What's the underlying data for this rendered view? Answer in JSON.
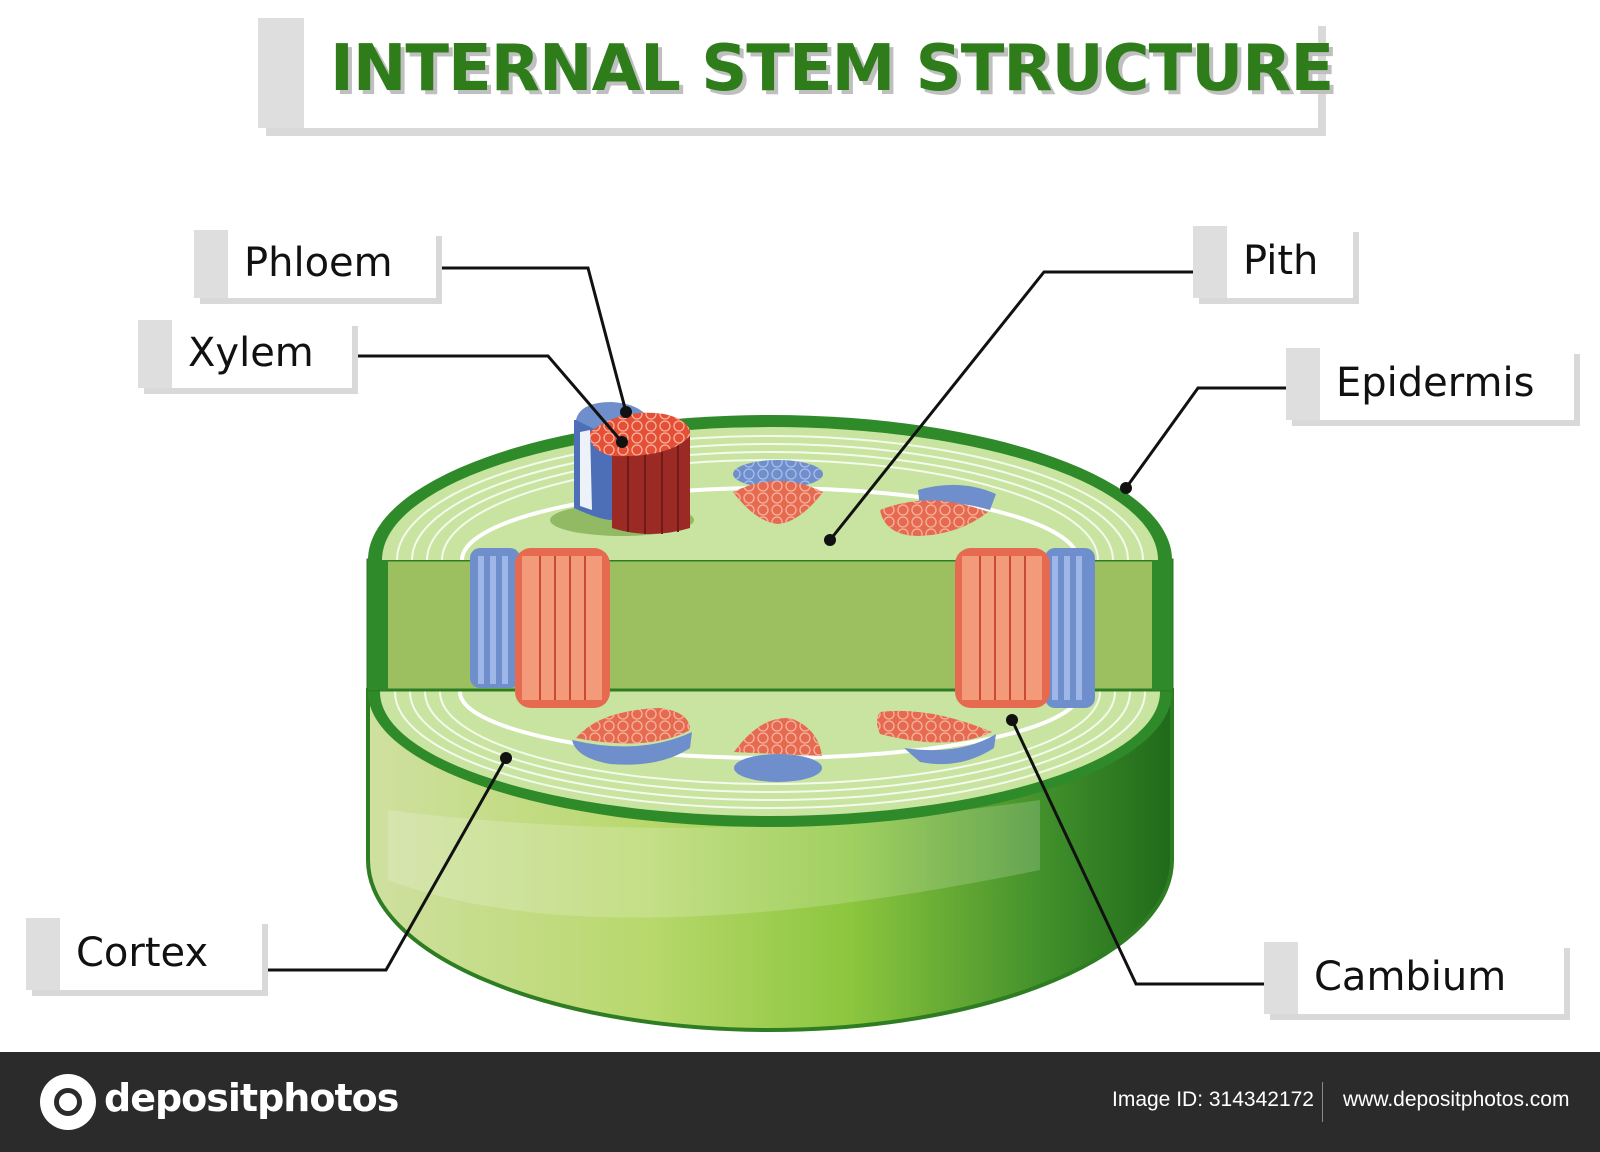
{
  "title": "INTERNAL STEM STRUCTURE",
  "labels": {
    "phloem": "Phloem",
    "xylem": "Xylem",
    "pith": "Pith",
    "epidermis": "Epidermis",
    "cortex": "Cortex",
    "cambium": "Cambium"
  },
  "colors": {
    "title_green": "#2e7d1a",
    "epidermis": "#2f8a2a",
    "cortex": "#c8e4a0",
    "pith": "#9cc060",
    "xylem": "#e66a50",
    "phloem": "#6f8fcc",
    "side_wall": "#8cc63e"
  },
  "footer": {
    "logo": "depositphotos",
    "image_id": "Image ID: 314342172",
    "url": "www.depositphotos.com"
  }
}
